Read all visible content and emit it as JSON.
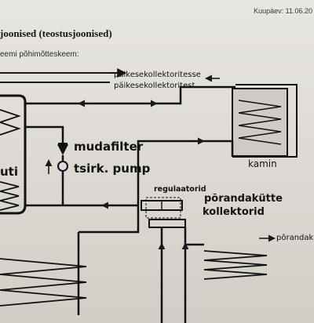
{
  "document": {
    "date_line": "Kuupäev: 11.06.20",
    "heading": "joonised (teostusjoonised)",
    "subheading": "eemi põhimõtteskeem:"
  },
  "labels": {
    "flow_line_to_collector": "päikesekollektoritesse",
    "return_line_from_collector": "päikesekollektoritest",
    "mud_filter": "mudafilter",
    "circulation_pump": "tsirk. pump",
    "regulators": "regulaatorid",
    "manifold_line1": "põrandakütte",
    "manifold_line2": "kollektorid",
    "fireplace": "kamin",
    "boiler_fragment": "uti",
    "floor_heating_fragment": "põrandak"
  }
}
